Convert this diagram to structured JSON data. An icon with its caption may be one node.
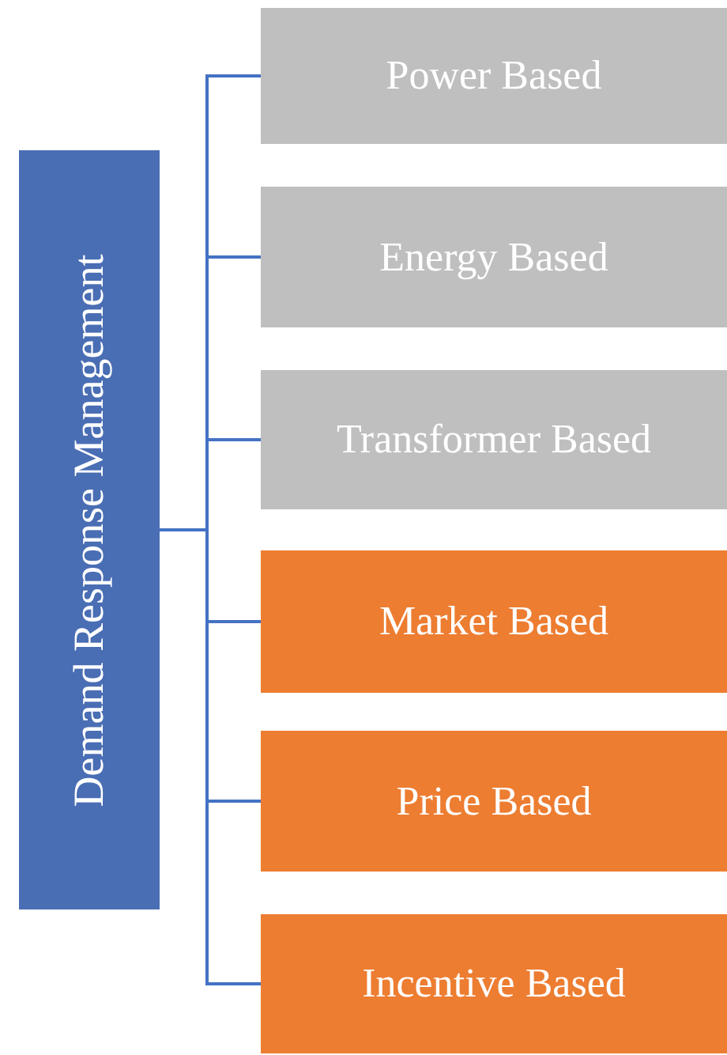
{
  "diagram": {
    "nodes": [
      {
        "text": [
          "Demand Response Management"
        ]
      },
      {
        "text": [
          "Power Based"
        ]
      },
      {
        "text": [
          "Energy Based"
        ]
      },
      {
        "text": [
          "Transformer Based"
        ]
      },
      {
        "text": [
          "Market Based"
        ]
      },
      {
        "text": [
          "Price Based"
        ]
      },
      {
        "text": [
          "Incentive Based"
        ]
      }
    ],
    "edges": [
      {
        "from": 0,
        "to": 1,
        "arrow": "none"
      },
      {
        "from": 0,
        "to": 2,
        "arrow": "none"
      },
      {
        "from": 0,
        "to": 3,
        "arrow": "none"
      },
      {
        "from": 0,
        "to": 4,
        "arrow": "none"
      },
      {
        "from": 0,
        "to": 5,
        "arrow": "none"
      },
      {
        "from": 0,
        "to": 6,
        "arrow": "none"
      }
    ]
  }
}
